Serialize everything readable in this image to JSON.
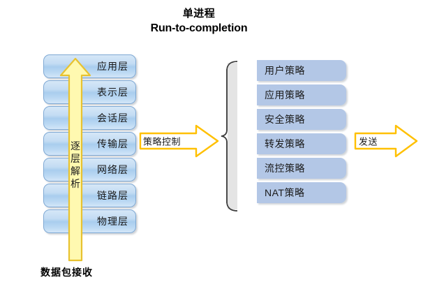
{
  "diagram": {
    "title": {
      "line_cn": "单进程",
      "line_en": "Run-to-completion"
    },
    "layer_stack": {
      "name": "osi-layer-stack",
      "layers": [
        {
          "label": "应用层"
        },
        {
          "label": "表示层"
        },
        {
          "label": "会话层"
        },
        {
          "label": "传输层"
        },
        {
          "label": "网络层"
        },
        {
          "label": "链路层"
        },
        {
          "label": "物理层"
        }
      ]
    },
    "parse_arrow": {
      "icon": "arrow-up-icon",
      "text_chars": [
        "逐",
        "层",
        "解",
        "析"
      ],
      "text": "逐层解析",
      "fill_color": "#FFF9B0",
      "border_color": "#E8C230"
    },
    "packet_receive_label": "数据包接收",
    "policy_control_arrow": {
      "icon": "arrow-right-icon",
      "label": "策略控制",
      "fill_color": "#FFFFFF",
      "border_color": "#FFC000"
    },
    "brace": {
      "icon": "left-curly-brace-icon",
      "color": "#3A3A3A",
      "fill_color": "#E4E4E4"
    },
    "policy_stack": {
      "name": "policy-list",
      "box_color": "#B3C7E6",
      "items": [
        {
          "label": "用户策略"
        },
        {
          "label": "应用策略"
        },
        {
          "label": "安全策略"
        },
        {
          "label": "转发策略"
        },
        {
          "label": "流控策略"
        },
        {
          "label": "NAT策略"
        }
      ]
    },
    "send_arrow": {
      "icon": "arrow-right-icon",
      "label": "发送",
      "fill_color": "#FFFFFF",
      "border_color": "#FFC000"
    }
  }
}
